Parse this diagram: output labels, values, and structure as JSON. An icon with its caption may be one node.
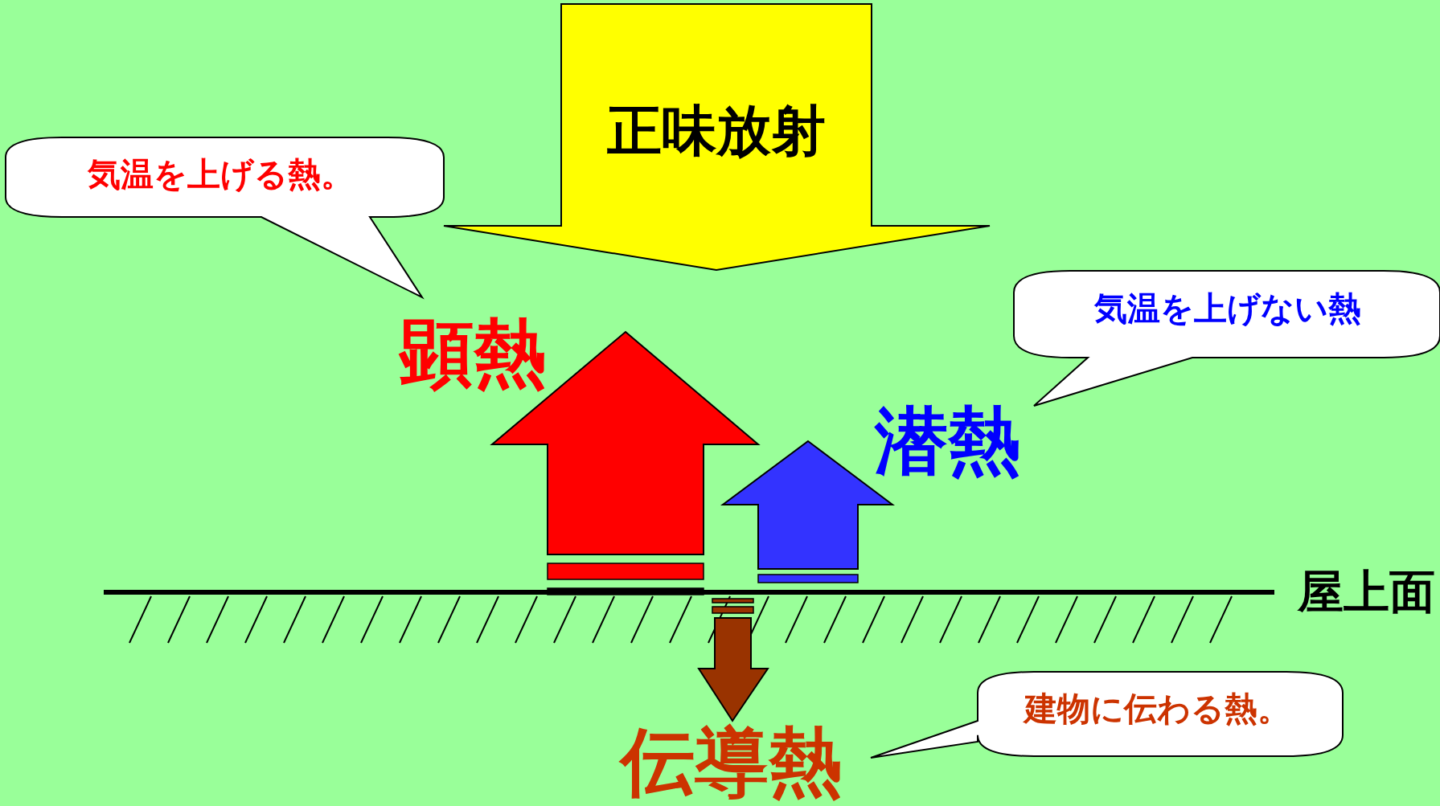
{
  "diagram": {
    "nodes": [
      {
        "text": [
          "正味放射"
        ]
      },
      {
        "text": [
          "気温を上げる熱。"
        ]
      },
      {
        "text": [],
        "shape": "arrow",
        "beside": [
          "顕熱"
        ]
      },
      {
        "text": [
          "気温を上げない熱"
        ]
      },
      {
        "text": [],
        "shape": "arrow",
        "beside": [
          "潜熱"
        ]
      },
      {
        "text": [],
        "shape": "arrow",
        "beside": [
          "伝導熱"
        ]
      },
      {
        "text": [
          "建物に伝わる熱。"
        ]
      }
    ],
    "edges": [],
    "labels": [
      "屋上面"
    ]
  }
}
